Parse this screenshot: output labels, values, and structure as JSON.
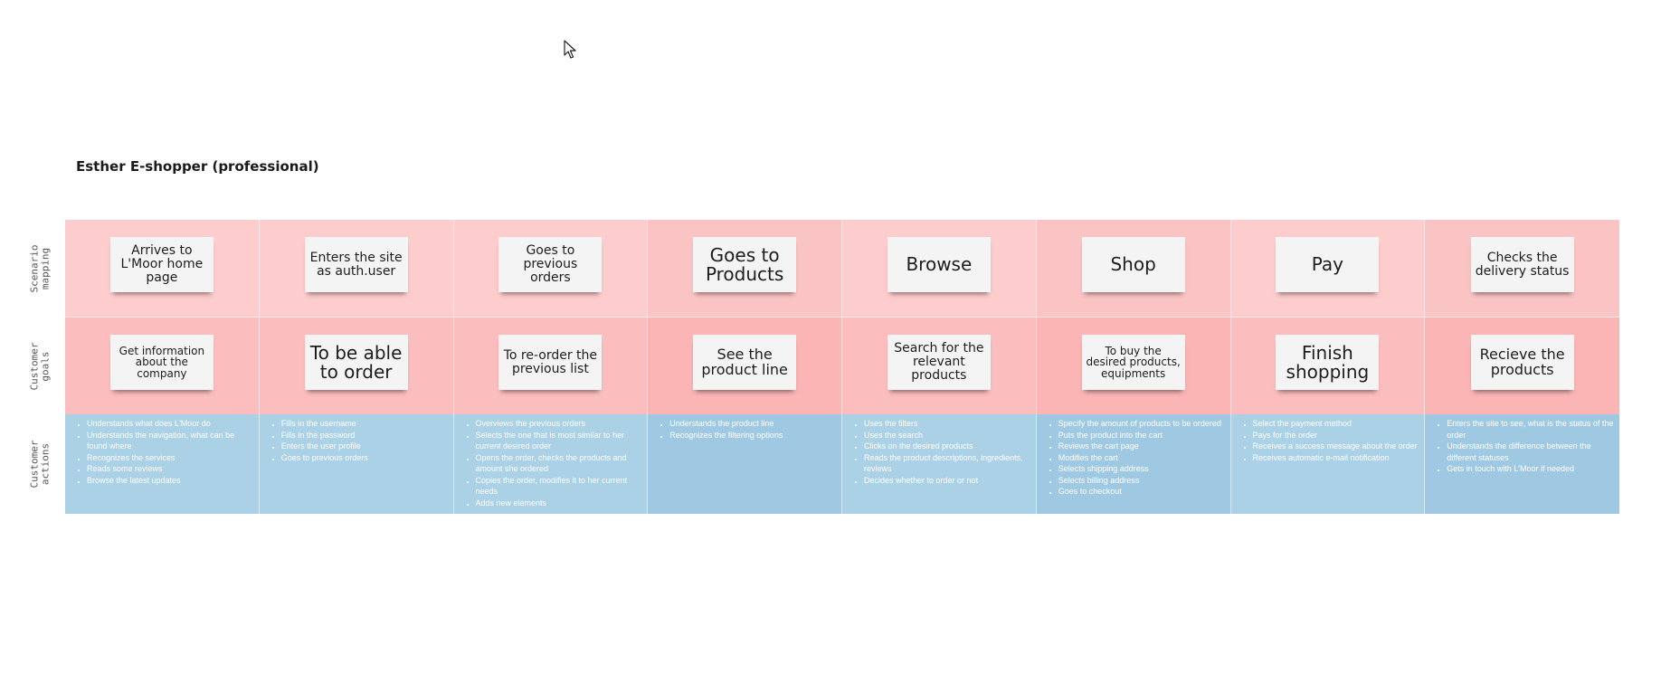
{
  "board": {
    "title": "Esther E-shopper (professional)"
  },
  "row_labels": {
    "scenario": "Scenario\nmapping",
    "goals": "Customer\ngoals",
    "actions": "Customer\nactions"
  },
  "scenario": [
    "Arrives to L'Moor home page",
    "Enters the site as auth.user",
    "Goes to previous orders",
    "Goes to Products",
    "Browse",
    "Shop",
    "Pay",
    "Checks the delivery status"
  ],
  "goals": [
    "Get information about the company",
    "To be able to order",
    "To re-order the previous list",
    "See the product line",
    "Search for the relevant products",
    "To buy the desired products, equipments",
    "Finish shopping",
    "Recieve the products"
  ],
  "actions": [
    [
      "Understands what does L'Moor do",
      "Understands the navigation, what can be found where",
      "Recognizes the services",
      "Reads some reviews",
      "Browse the latest updates"
    ],
    [
      "Fills in the username",
      "Fills in the password",
      "Enters the user profile",
      "Goes to previous orders"
    ],
    [
      "Overviews the previous orders",
      "Selects the one that is most similar to her current desired order",
      "Opens the order, checks the products and amount she ordered",
      "Copies the order, modifies it to her current needs",
      "Adds new elements"
    ],
    [
      "Understands the product line",
      "Recognizes the filtering options"
    ],
    [
      "Uses the filters",
      "Uses the search",
      "Clicks on the desired products",
      "Reads the product descriptions, ingredients, reviews",
      "Decides whether to order or not"
    ],
    [
      "Specify the amount of products to be ordered",
      "Puts the product into the cart",
      "Reviews the cart page",
      "Modifies the cart",
      "Selects shipping address",
      "Selects billing address",
      "Goes to checkout"
    ],
    [
      "Select the payment method",
      "Pays for the order",
      "Receives a success message about the order",
      "Receives automatic e-mail notification"
    ],
    [
      "Enters the site to see, what is the status of the order",
      "Understands the difference between the different statuses",
      "Gets in touch with L'Moor if needed"
    ]
  ],
  "colors": {
    "scenario_bg": "#fdcccc",
    "goals_bg": "#fcbdbe",
    "actions_bg": "#abd1e7",
    "sticky_bg": "#f4f4f5"
  },
  "icons": {
    "cursor": "mouse-pointer-icon"
  }
}
